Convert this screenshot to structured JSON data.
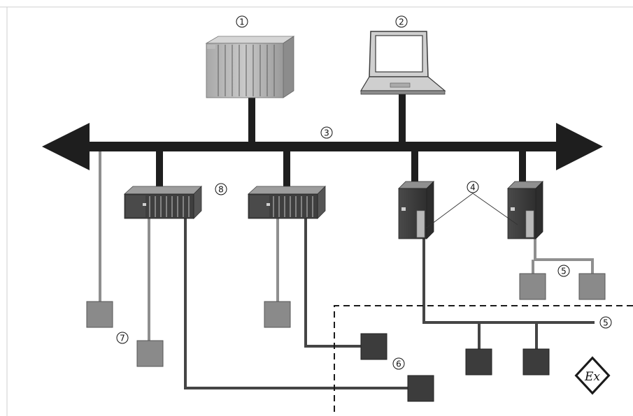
{
  "diagram": {
    "callouts": {
      "c1": "1",
      "c2": "2",
      "c3": "3",
      "c4": "4",
      "c5a": "5",
      "c5b": "5",
      "c6": "6",
      "c7": "7",
      "c8": "8"
    },
    "ex_symbol": "Ex",
    "colors": {
      "bus": "#1e1e1e",
      "light_device": "#8a8a8a",
      "dark_device": "#3c3c3c",
      "light_wire": "#8f8f8f",
      "dark_wire": "#454545",
      "zone_border": "#1a1a1a"
    }
  }
}
